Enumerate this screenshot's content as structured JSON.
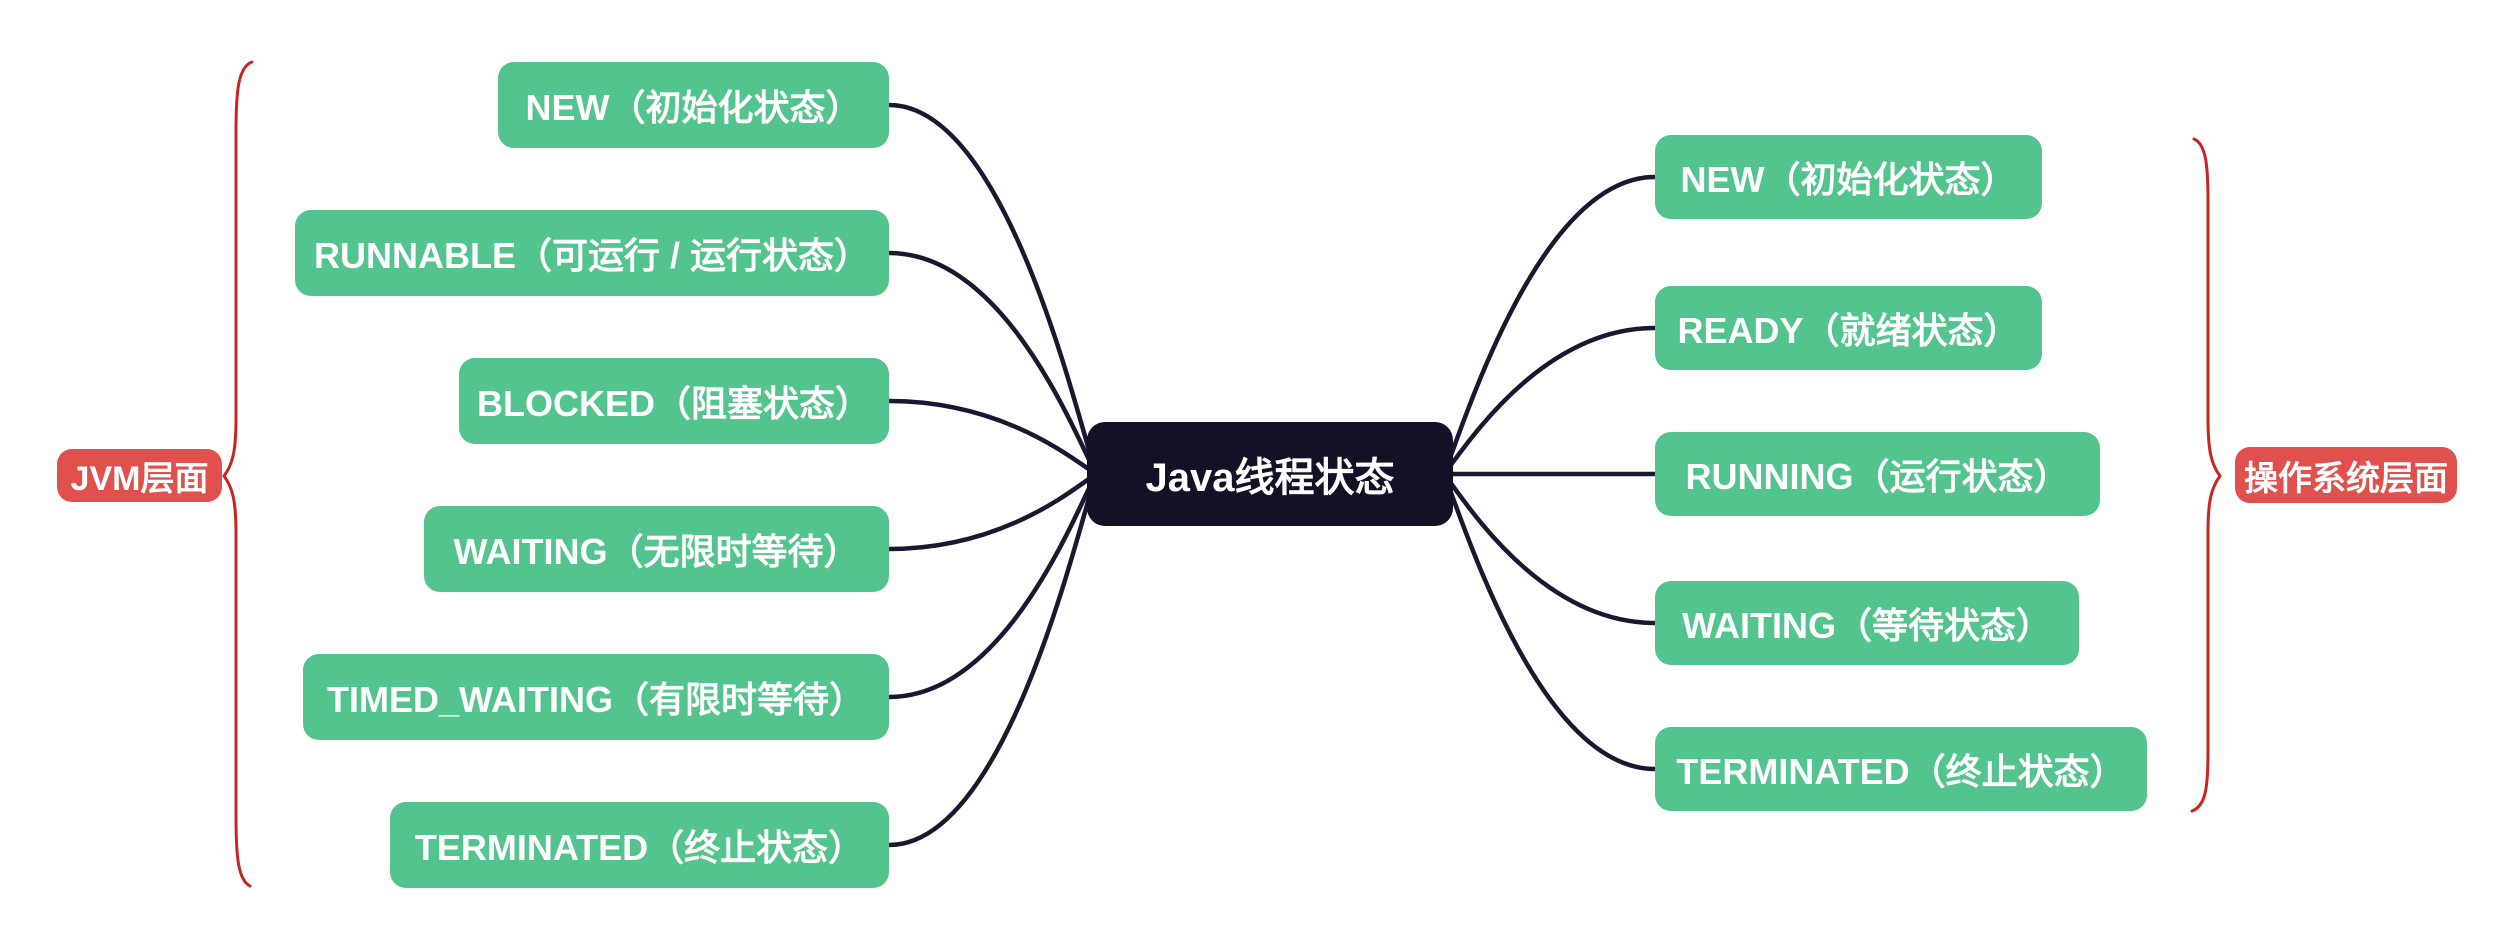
{
  "colors": {
    "green": "#54C48E",
    "dark": "#131126",
    "red": "#E0514E",
    "brace_red": "#C9241F",
    "connector": "#1A1830",
    "text_light": "#FFFFFF",
    "canvas": "#FFFFFF"
  },
  "root": {
    "label": "Java线程状态"
  },
  "groups": {
    "jvm": {
      "label": "JVM层面",
      "nodes": [
        {
          "label": "NEW（初始化状态）"
        },
        {
          "label": "RUNNABLE（可运行 / 运行状态）"
        },
        {
          "label": "BLOCKED（阻塞状态）"
        },
        {
          "label": "WAITING（无限时等待）"
        },
        {
          "label": "TIMED_WAITING（有限时等待）"
        },
        {
          "label": "TERMINATED（终止状态）"
        }
      ]
    },
    "os": {
      "label": "操作系统层面",
      "nodes": [
        {
          "label": "NEW（初始化状态）"
        },
        {
          "label": "READY（就绪状态）"
        },
        {
          "label": "RUNNING（运行状态）"
        },
        {
          "label": "WAITING（等待状态）"
        },
        {
          "label": "TERMINATED（终止状态）"
        }
      ]
    }
  }
}
